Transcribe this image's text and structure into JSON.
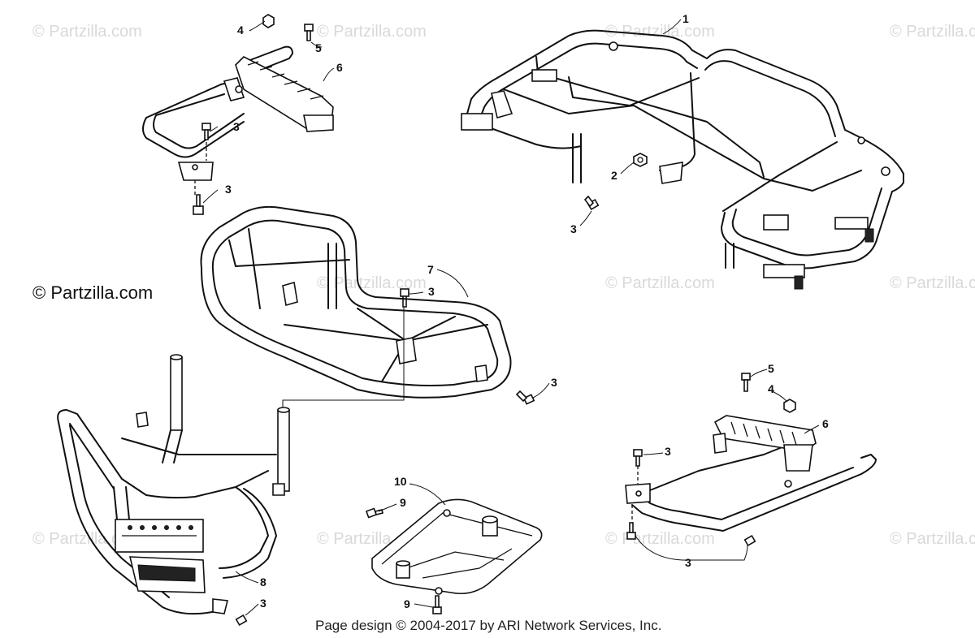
{
  "watermark": {
    "small_text": "© Partzilla.com",
    "main_text": "© Partzilla.com"
  },
  "callouts": {
    "c1": "1",
    "c2": "2",
    "c3a": "3",
    "c3b": "3",
    "c3c": "3",
    "c3d": "3",
    "c3e": "3",
    "c3f": "3",
    "c3g": "3",
    "c3h": "3",
    "c4a": "4",
    "c4b": "4",
    "c5a": "5",
    "c5b": "5",
    "c6a": "6",
    "c6b": "6",
    "c7": "7",
    "c8": "8",
    "c9a": "9",
    "c9b": "9",
    "c10": "10"
  },
  "footer": {
    "text": "Page design © 2004-2017 by ARI Network Services, Inc."
  }
}
